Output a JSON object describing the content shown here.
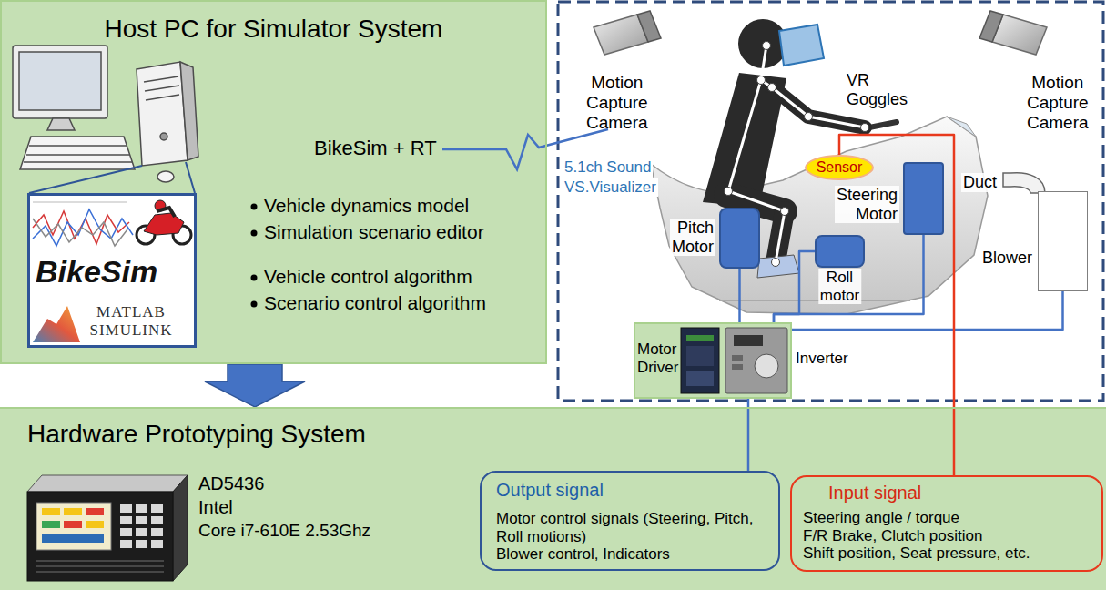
{
  "diagram": {
    "nodes": [
      {
        "text": [
          "Host PC for Simulator System"
        ]
      },
      {
        "text": [
          "BikeSim",
          "MATLAB SIMULINK"
        ],
        "in": 0
      },
      {
        "text": [
          "Sensor"
        ]
      },
      {
        "text": [
          "Steering Motor"
        ]
      },
      {
        "text": [
          "Pitch Motor"
        ]
      },
      {
        "text": [
          "Roll motor"
        ]
      },
      {
        "text": [
          "Blower"
        ]
      },
      {
        "text": [
          "Motor Driver",
          "Inverter"
        ]
      },
      {
        "text": [
          "Hardware Prototyping System"
        ]
      },
      {
        "text": [
          "Output signal",
          "Motor control signals (Steering, Pitch, Roll motions)",
          "Blower control, Indicators"
        ],
        "in": 8
      },
      {
        "text": [
          "Input signal",
          "Steering angle / torque",
          "F/R Brake, Clutch position",
          "Shift position, Seat pressure, etc."
        ],
        "in": 8
      }
    ],
    "edges": [
      {
        "from": 0,
        "to": 8,
        "arrow": "to"
      },
      {
        "from": 7,
        "to": 4,
        "arrow": "none"
      },
      {
        "from": 7,
        "to": 3,
        "arrow": "none"
      },
      {
        "from": 7,
        "to": 5,
        "arrow": "none"
      },
      {
        "from": 7,
        "to": 6,
        "arrow": "none"
      },
      {
        "from": 7,
        "to": 9,
        "arrow": "none"
      },
      {
        "from": 2,
        "to": 10,
        "arrow": "none"
      }
    ],
    "labels": [
      "BikeSim + RT",
      "Vehicle dynamics model",
      "Simulation scenario editor",
      "Vehicle control algorithm",
      "Scenario control algorithm",
      "Motion Capture Camera",
      "VR Goggles",
      "Motion Capture Camera",
      "5.1ch Sound",
      "VS.Visualizer",
      "Duct",
      "AD5436",
      "Intel",
      "Core i7-610E 2.53Ghz"
    ]
  }
}
